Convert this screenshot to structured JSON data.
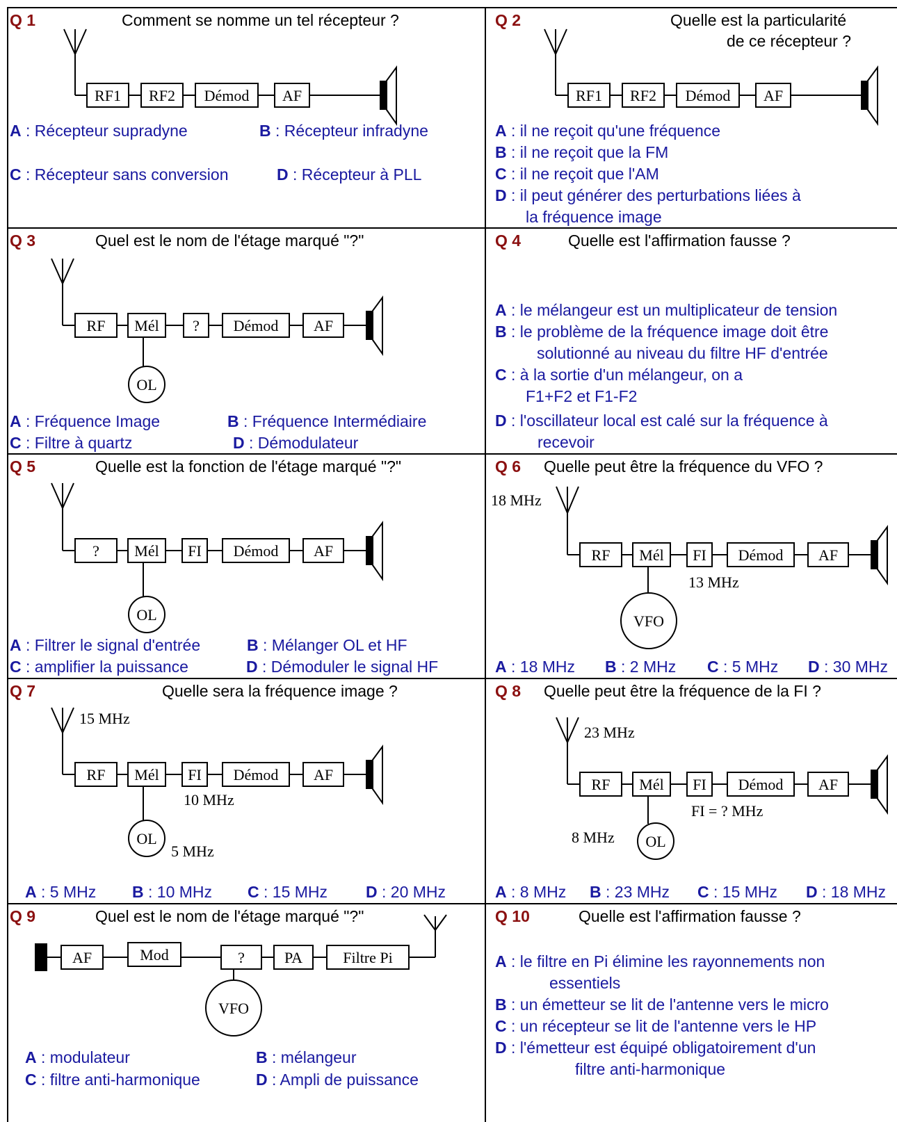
{
  "colors": {
    "question_number": "#8b1010",
    "answer": "#1a1aa0",
    "line": "#000000"
  },
  "questions": [
    {
      "num": "Q 1",
      "title": "Comment se nomme un tel récepteur ?",
      "diagram": {
        "blocks": [
          "RF1",
          "RF2",
          "Démod",
          "AF"
        ],
        "icons": [
          "antenna-icon",
          "speaker-icon"
        ]
      },
      "answers": [
        {
          "letter": "A",
          "text": " : Récepteur supradyne"
        },
        {
          "letter": "B",
          "text": " : Récepteur infradyne"
        },
        {
          "letter": "C",
          "text": " : Récepteur sans conversion"
        },
        {
          "letter": "D",
          "text": " : Récepteur à PLL"
        }
      ]
    },
    {
      "num": "Q 2",
      "title_lines": [
        "Quelle est la particularité",
        "de ce récepteur ?"
      ],
      "diagram": {
        "blocks": [
          "RF1",
          "RF2",
          "Démod",
          "AF"
        ],
        "icons": [
          "antenna-icon",
          "speaker-icon"
        ]
      },
      "answers": [
        {
          "letter": "A",
          "text": " : il ne reçoit qu'une fréquence"
        },
        {
          "letter": "B",
          "text": " : il ne reçoit que la FM"
        },
        {
          "letter": "C",
          "text": " : il ne reçoit que l'AM"
        },
        {
          "letter": "D",
          "text": " : il peut générer des perturbations liées à",
          "cont": "la fréquence image"
        }
      ]
    },
    {
      "num": "Q 3",
      "title": "Quel est le nom de l'étage marqué \"?\"",
      "diagram": {
        "blocks": [
          "RF",
          "Mél",
          "?",
          "Démod",
          "AF"
        ],
        "osc": "OL",
        "icons": [
          "antenna-icon",
          "speaker-icon"
        ]
      },
      "answers": [
        {
          "letter": "A",
          "text": " : Fréquence Image"
        },
        {
          "letter": "B",
          "text": " : Fréquence Intermédiaire"
        },
        {
          "letter": "C",
          "text": " : Filtre à quartz"
        },
        {
          "letter": "D",
          "text": " : Démodulateur"
        }
      ]
    },
    {
      "num": "Q 4",
      "title": "Quelle est l'affirmation fausse ?",
      "answers": [
        {
          "letter": "A",
          "text": " : le mélangeur est un multiplicateur de tension"
        },
        {
          "letter": "B",
          "text": " : le problème de la fréquence image doit être",
          "cont": "solutionné au niveau du filtre HF d'entrée"
        },
        {
          "letter": "C",
          "text": " : à la sortie d'un mélangeur, on a",
          "cont": "F1+F2 et F1-F2"
        },
        {
          "letter": "D",
          "text": " : l'oscillateur local est calé sur la fréquence à",
          "cont": "recevoir"
        }
      ]
    },
    {
      "num": "Q 5",
      "title": "Quelle est la fonction de l'étage marqué \"?\"",
      "diagram": {
        "blocks": [
          "?",
          "Mél",
          "FI",
          "Démod",
          "AF"
        ],
        "osc": "OL",
        "icons": [
          "antenna-icon",
          "speaker-icon"
        ]
      },
      "answers": [
        {
          "letter": "A",
          "text": " : Filtrer le signal d'entrée"
        },
        {
          "letter": "B",
          "text": " : Mélanger OL et HF"
        },
        {
          "letter": "C",
          "text": " : amplifier la puissance"
        },
        {
          "letter": "D",
          "text": " : Démoduler le signal HF"
        }
      ]
    },
    {
      "num": "Q 6",
      "title": "Quelle peut être la fréquence du VFO ?",
      "diagram": {
        "blocks": [
          "RF",
          "Mél",
          "FI",
          "Démod",
          "AF"
        ],
        "osc": "VFO",
        "antenna_label": "18 MHz",
        "fi_label": "13 MHz",
        "icons": [
          "antenna-icon",
          "speaker-icon"
        ]
      },
      "answers": [
        {
          "letter": "A",
          "text": " : 18 MHz"
        },
        {
          "letter": "B",
          "text": " : 2 MHz"
        },
        {
          "letter": "C",
          "text": " : 5 MHz"
        },
        {
          "letter": "D",
          "text": " : 30 MHz"
        }
      ]
    },
    {
      "num": "Q 7",
      "title": "Quelle sera la fréquence image ?",
      "diagram": {
        "blocks": [
          "RF",
          "Mél",
          "FI",
          "Démod",
          "AF"
        ],
        "osc": "OL",
        "antenna_label": "15 MHz",
        "fi_label": "10 MHz",
        "osc_label": "5 MHz",
        "icons": [
          "antenna-icon",
          "speaker-icon"
        ]
      },
      "answers": [
        {
          "letter": "A",
          "text": " : 5 MHz"
        },
        {
          "letter": "B",
          "text": " : 10 MHz"
        },
        {
          "letter": "C",
          "text": " : 15 MHz"
        },
        {
          "letter": "D",
          "text": " : 20 MHz"
        }
      ]
    },
    {
      "num": "Q 8",
      "title": "Quelle peut être la fréquence de la FI ?",
      "diagram": {
        "blocks": [
          "RF",
          "Mél",
          "FI",
          "Démod",
          "AF"
        ],
        "osc": "OL",
        "antenna_label": "23 MHz",
        "fi_label": "FI = ? MHz",
        "osc_label": "8 MHz",
        "icons": [
          "antenna-icon",
          "speaker-icon"
        ]
      },
      "answers": [
        {
          "letter": "A",
          "text": " : 8 MHz"
        },
        {
          "letter": "B",
          "text": " : 23 MHz"
        },
        {
          "letter": "C",
          "text": " : 15 MHz"
        },
        {
          "letter": "D",
          "text": " : 18 MHz"
        }
      ]
    },
    {
      "num": "Q 9",
      "title": "Quel est le nom de l'étage marqué \"?\"",
      "diagram": {
        "blocks": [
          "AF",
          "Mod",
          "?",
          "PA",
          "Filtre Pi"
        ],
        "osc": "VFO",
        "icons": [
          "microphone-icon",
          "antenna-icon"
        ]
      },
      "answers": [
        {
          "letter": "A",
          "text": " : modulateur"
        },
        {
          "letter": "B",
          "text": " : mélangeur"
        },
        {
          "letter": "C",
          "text": " : filtre anti-harmonique"
        },
        {
          "letter": "D",
          "text": " : Ampli de puissance"
        }
      ]
    },
    {
      "num": "Q 10",
      "title": "Quelle est l'affirmation fausse ?",
      "answers": [
        {
          "letter": "A",
          "text": " : le filtre en Pi élimine les rayonnements non",
          "cont": "essentiels"
        },
        {
          "letter": "B",
          "text": " : un émetteur se lit de l'antenne vers le micro"
        },
        {
          "letter": "C",
          "text": " : un récepteur se lit de l'antenne vers le HP"
        },
        {
          "letter": "D",
          "text": " : l'émetteur est équipé obligatoirement d'un",
          "cont": "filtre anti-harmonique"
        }
      ]
    }
  ]
}
